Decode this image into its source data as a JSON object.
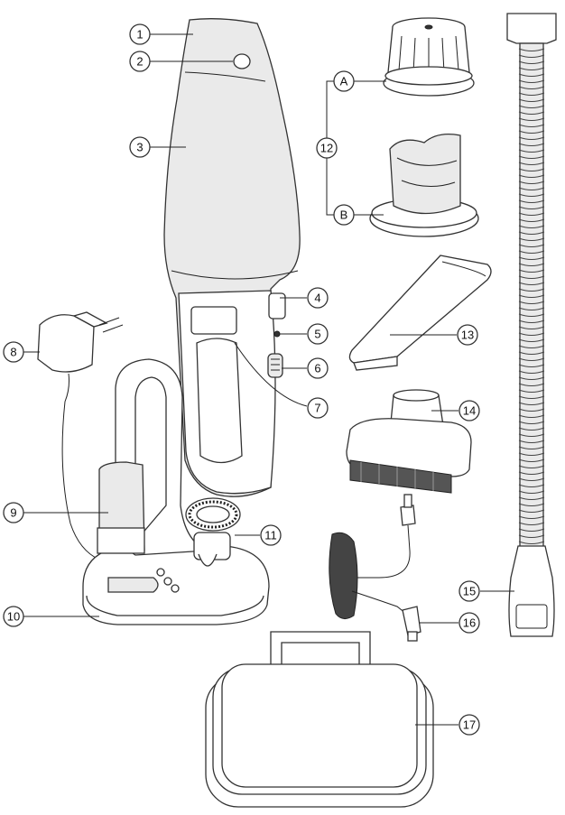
{
  "callouts": [
    {
      "label": "1"
    },
    {
      "label": "2"
    },
    {
      "label": "3"
    },
    {
      "label": "4"
    },
    {
      "label": "5"
    },
    {
      "label": "6"
    },
    {
      "label": "7"
    },
    {
      "label": "8"
    },
    {
      "label": "9"
    },
    {
      "label": "10"
    },
    {
      "label": "11"
    },
    {
      "label": "12"
    },
    {
      "label": "13"
    },
    {
      "label": "14"
    },
    {
      "label": "15"
    },
    {
      "label": "16"
    },
    {
      "label": "17"
    },
    {
      "label": "A"
    },
    {
      "label": "B"
    }
  ]
}
